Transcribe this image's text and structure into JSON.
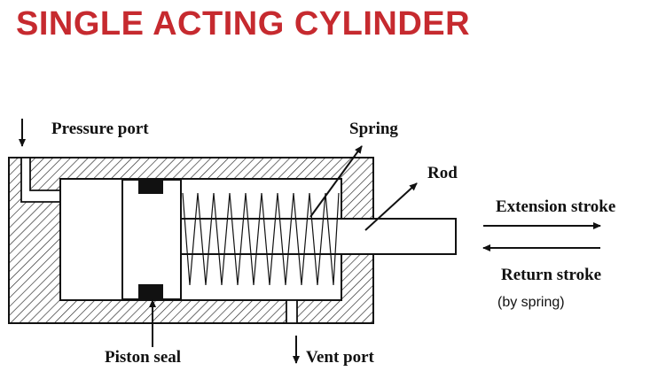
{
  "title": "SINGLE ACTING CYLINDER",
  "labels": {
    "pressure_port": "Pressure port",
    "spring": "Spring",
    "rod": "Rod",
    "extension_stroke": "Extension stroke",
    "return_stroke": "Return stroke",
    "return_note": "(by spring)",
    "piston_seal": "Piston seal",
    "vent_port": "Vent port"
  },
  "colors": {
    "title": "#c62a2f",
    "ink": "#111111",
    "seal": "#111111"
  }
}
